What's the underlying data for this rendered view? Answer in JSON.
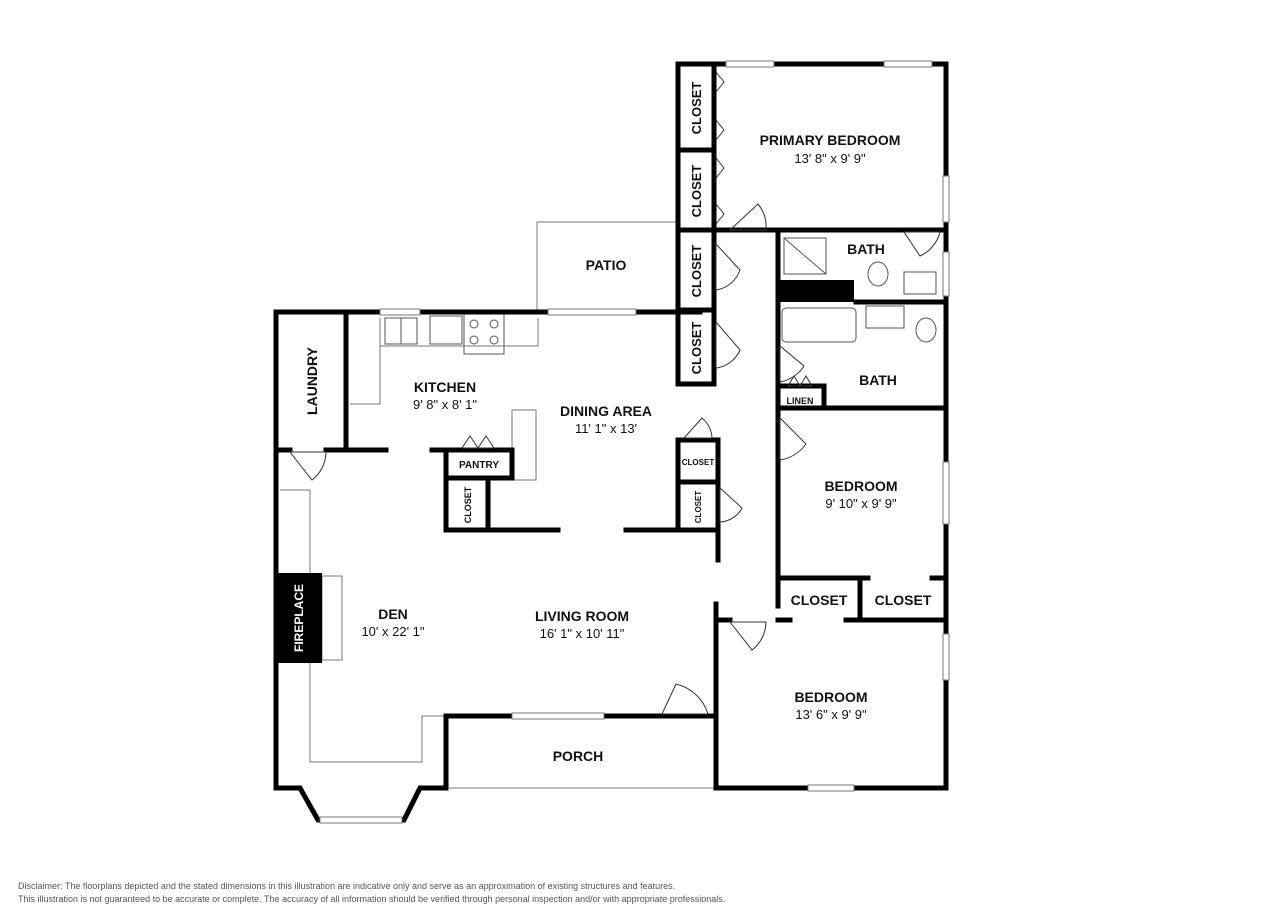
{
  "rooms": {
    "primary_bedroom": {
      "name": "PRIMARY BEDROOM",
      "dims": "13' 8\" x 9' 9\""
    },
    "bath_upper": {
      "name": "BATH"
    },
    "bath_lower": {
      "name": "BATH"
    },
    "patio": {
      "name": "PATIO"
    },
    "kitchen": {
      "name": "KITCHEN",
      "dims": "9' 8\" x 8' 1\""
    },
    "dining_area": {
      "name": "DINING AREA",
      "dims": "11' 1\" x 13'"
    },
    "laundry": {
      "name": "LAUNDRY"
    },
    "bedroom_mid": {
      "name": "BEDROOM",
      "dims": "9' 10\" x 9' 9\""
    },
    "bedroom_low": {
      "name": "BEDROOM",
      "dims": "13' 6\" x 9' 9\""
    },
    "den": {
      "name": "DEN",
      "dims": "10' x 22' 1\""
    },
    "living_room": {
      "name": "LIVING ROOM",
      "dims": "16' 1\" x 10' 11\""
    },
    "porch": {
      "name": "PORCH"
    },
    "fireplace": {
      "name": "FIREPLACE"
    },
    "pantry": {
      "name": "PANTRY"
    },
    "linen": {
      "name": "LINEN"
    }
  },
  "closets": {
    "pb_closet_1": "CLOSET",
    "pb_closet_2": "CLOSET",
    "hall_closet_1": "CLOSET",
    "hall_closet_2": "CLOSET",
    "kitchen_closet": "CLOSET",
    "dining_closet_1": "CLOSET",
    "dining_closet_2": "CLOSET",
    "bed_closet_1": "CLOSET",
    "bed_closet_2": "CLOSET"
  },
  "disclaimer": {
    "line1": "Disclaimer: The floorplans depicted and the stated dimensions in this illustration are indicative only and serve as an approximation of existing structures and features.",
    "line2": "This illustration is not guaranteed to be accurate or complete. The accuracy of all information should be verified through personal inspection and/or with appropriate professionals."
  }
}
